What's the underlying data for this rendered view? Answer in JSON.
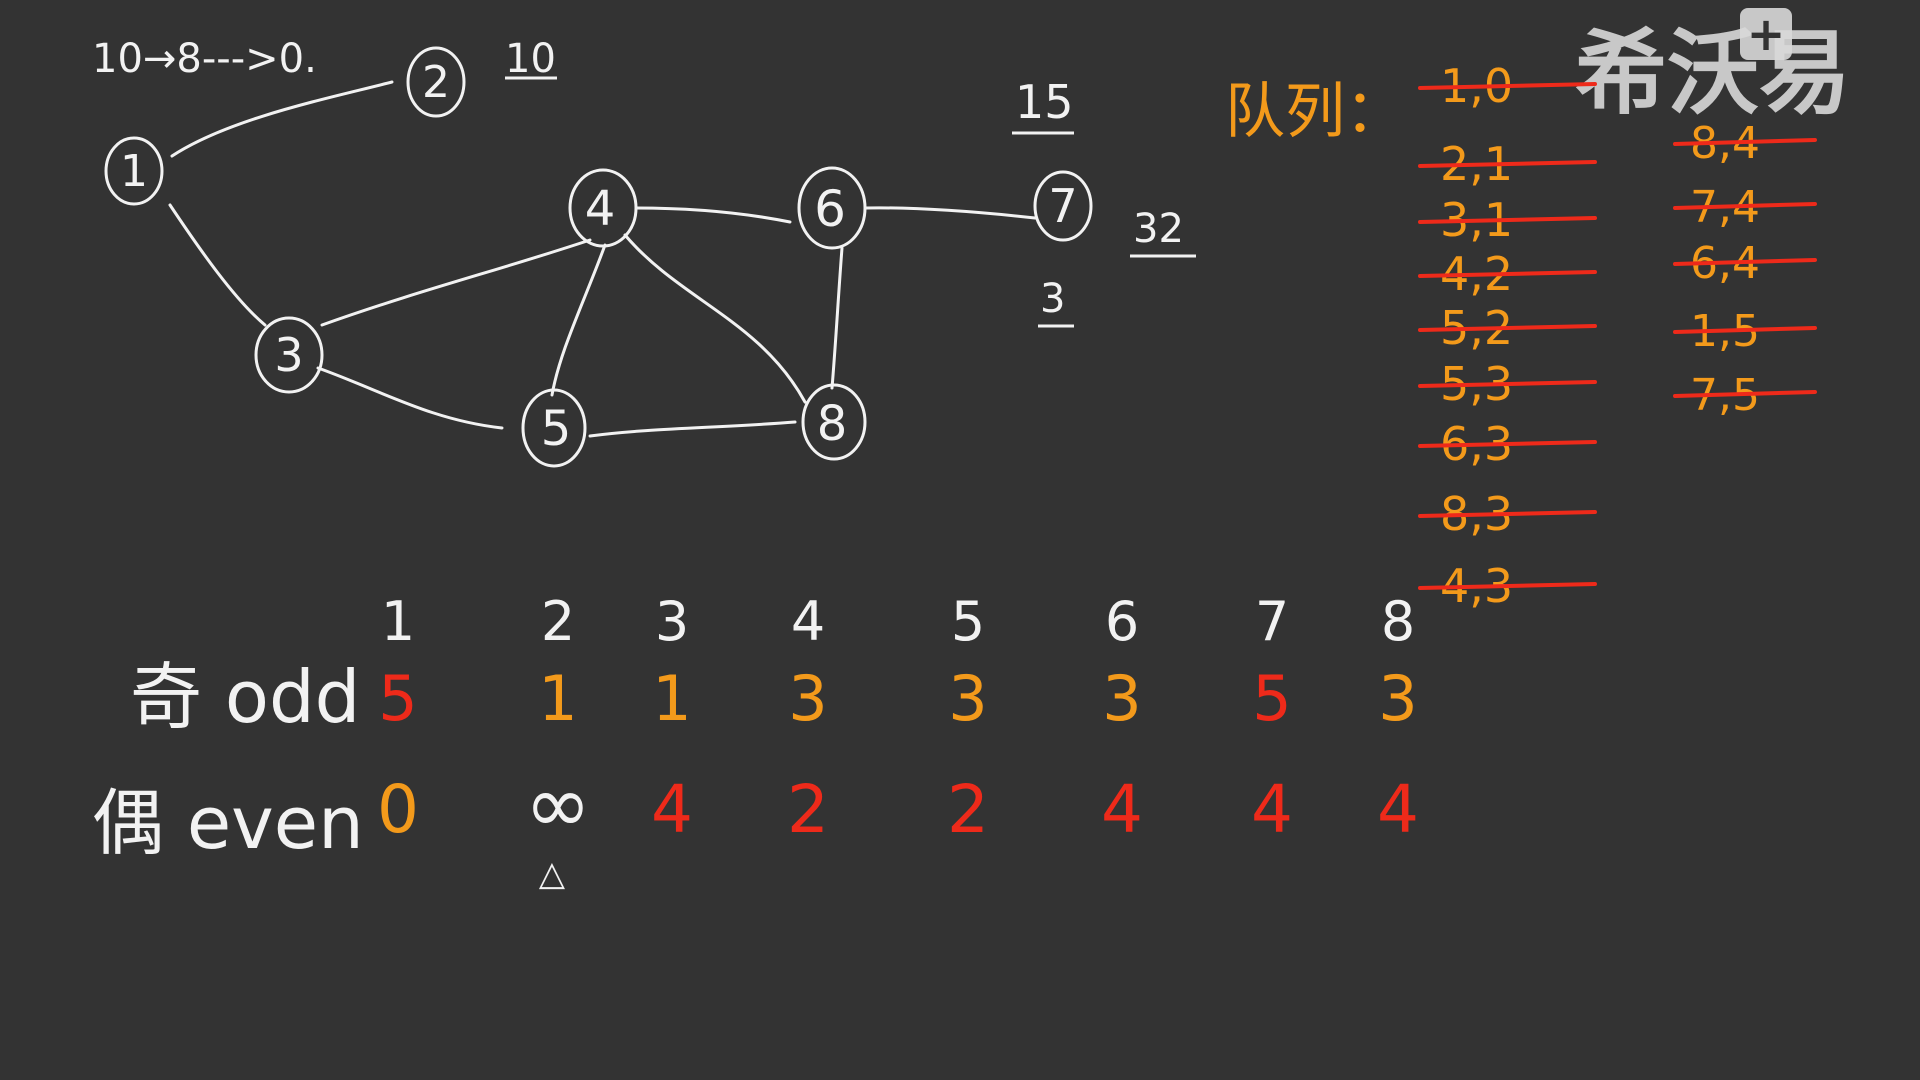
{
  "watermark": {
    "text": "希沃易",
    "plus": "+"
  },
  "top_note": "10→8--->0.",
  "graph": {
    "nodes": [
      "1",
      "2",
      "3",
      "4",
      "5",
      "6",
      "7",
      "8"
    ],
    "edges": [
      [
        "1",
        "2"
      ],
      [
        "1",
        "3"
      ],
      [
        "3",
        "4"
      ],
      [
        "3",
        "5"
      ],
      [
        "4",
        "5"
      ],
      [
        "4",
        "6"
      ],
      [
        "4",
        "8"
      ],
      [
        "5",
        "8"
      ],
      [
        "6",
        "8"
      ],
      [
        "6",
        "7"
      ]
    ]
  },
  "side_numbers": {
    "n10": "10",
    "n15": "15",
    "n32": "32",
    "n3": "3"
  },
  "queue": {
    "label": "队列：",
    "col1": [
      "1,0",
      "2,1",
      "3,1",
      "4,2",
      "5,2",
      "5,3",
      "6,3",
      "8,3",
      "4,3"
    ],
    "col2": [
      "8,4",
      "7,4",
      "6,4",
      "1,5",
      "7,5"
    ]
  },
  "table": {
    "headers": [
      "1",
      "2",
      "3",
      "4",
      "5",
      "6",
      "7",
      "8"
    ],
    "odd_label": "奇 odd",
    "even_label": "偶 even",
    "odd": [
      "5",
      "1",
      "1",
      "3",
      "3",
      "3",
      "5",
      "3"
    ],
    "even": [
      "0",
      "∞",
      "4",
      "2",
      "2",
      "4",
      "4",
      "4"
    ],
    "odd_colors": [
      "red",
      "orange",
      "orange",
      "orange",
      "orange",
      "orange",
      "red",
      "orange"
    ],
    "even_colors": [
      "orange",
      "white",
      "red",
      "red",
      "red",
      "red",
      "red",
      "red"
    ],
    "marker": "△"
  }
}
